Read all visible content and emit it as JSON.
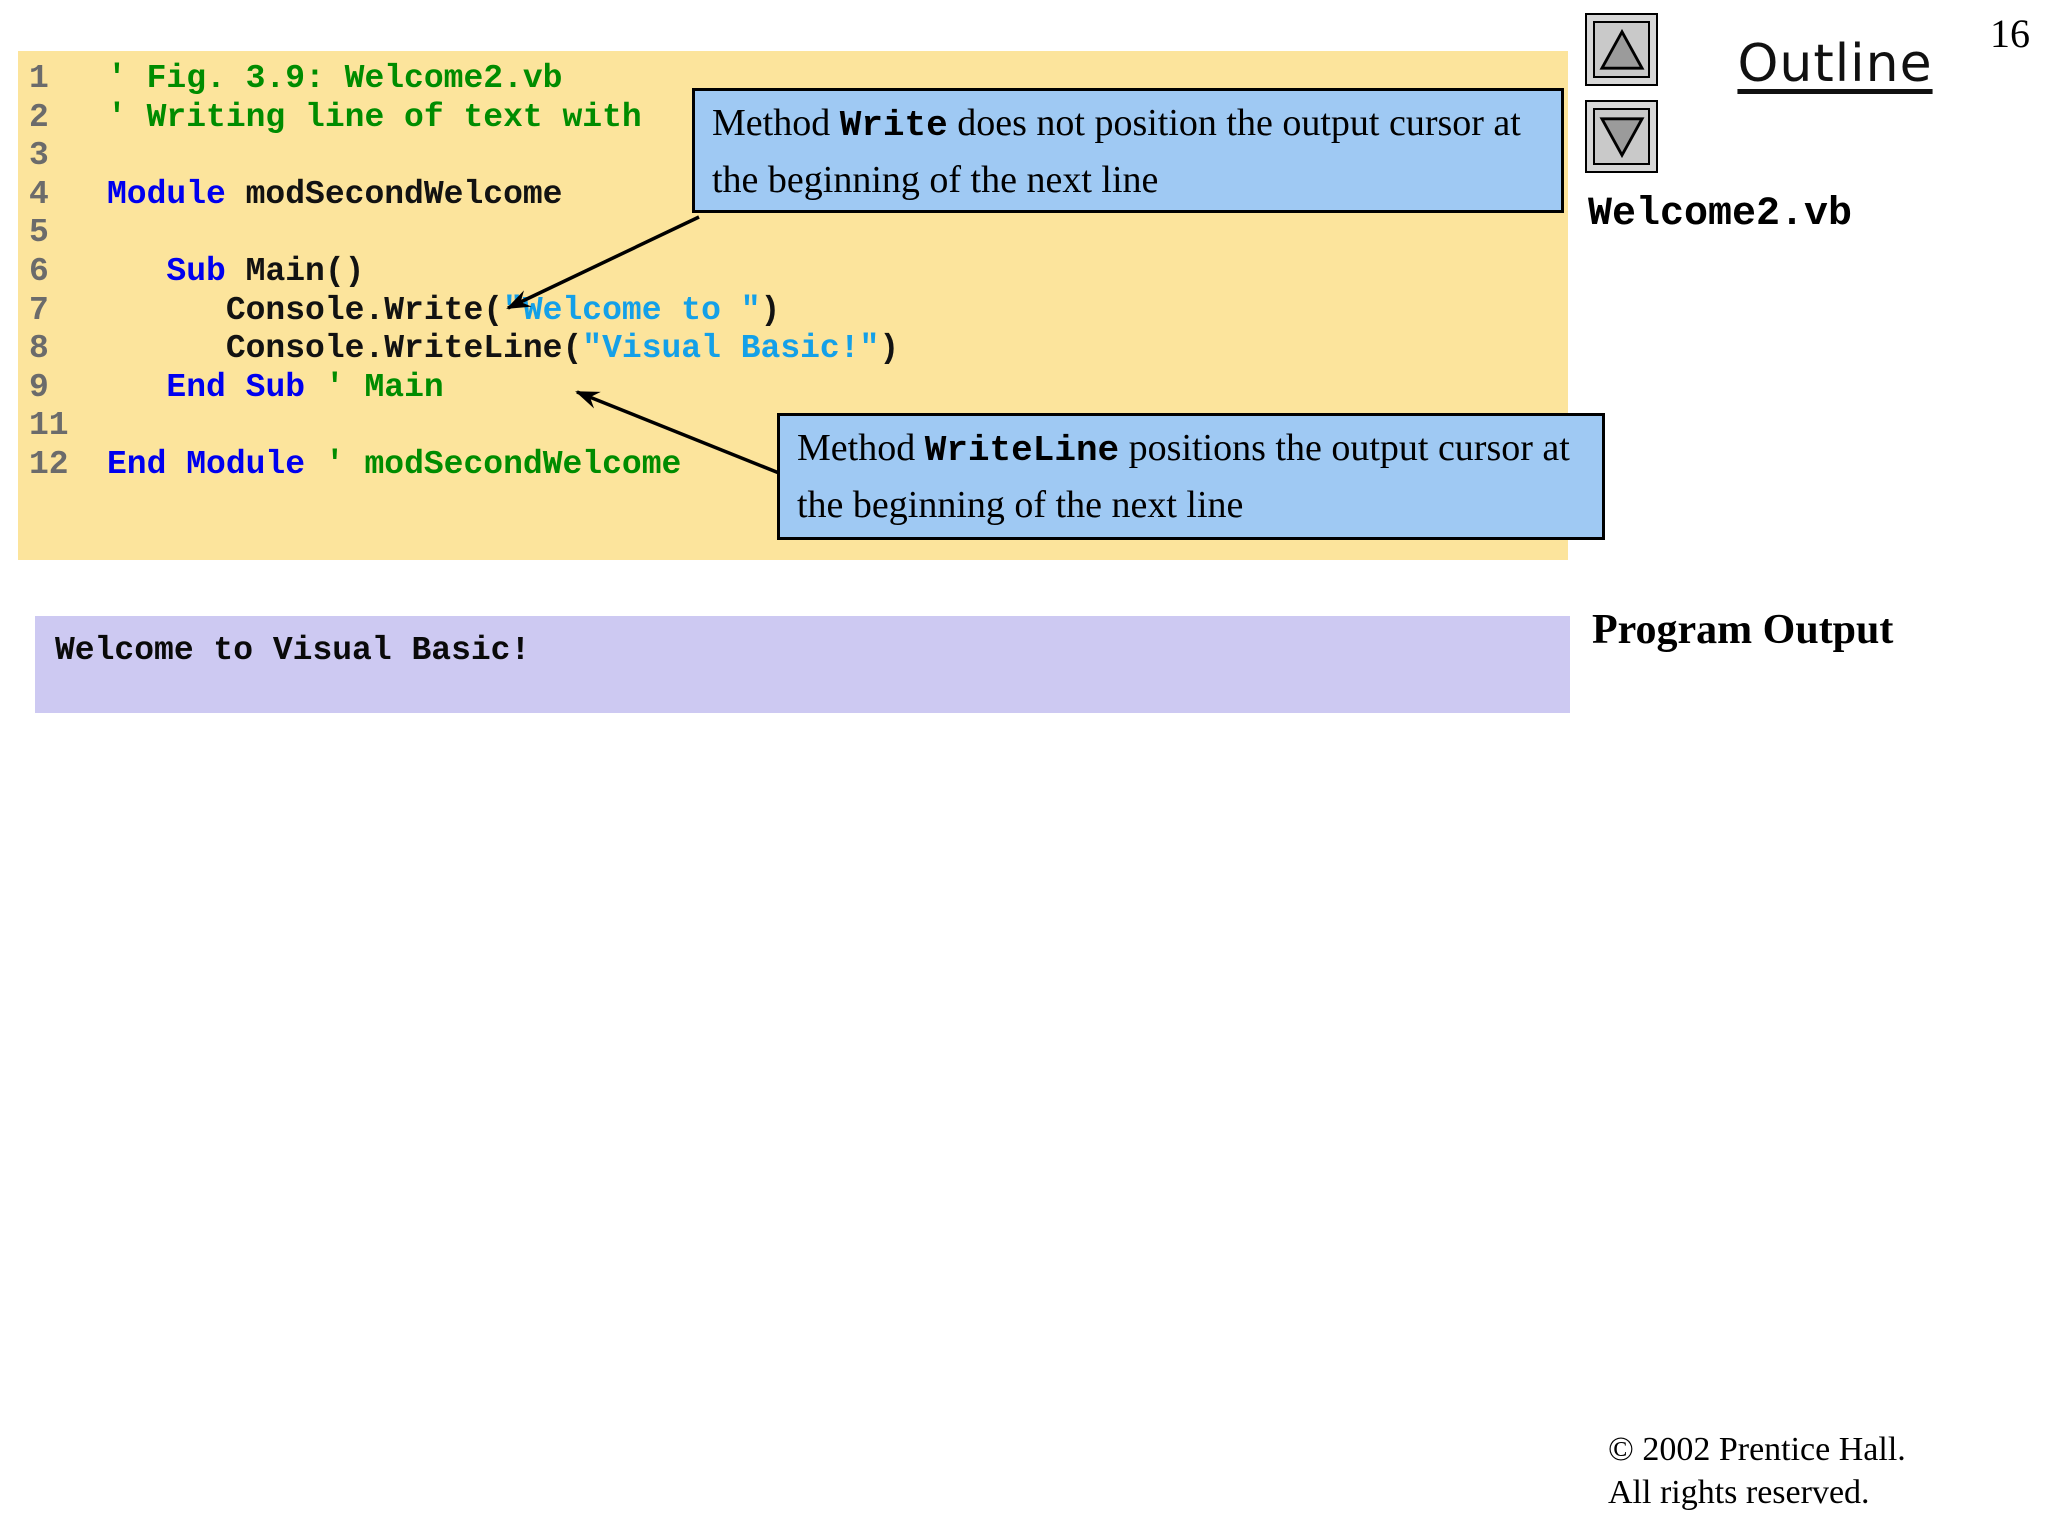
{
  "page": {
    "number": "16"
  },
  "outline": {
    "label": "Outline"
  },
  "nav": {
    "up_icon": "up-arrow",
    "down_icon": "down-arrow"
  },
  "file_label": "Welcome2.vb",
  "program_output_label": "Program Output",
  "copyright": {
    "line1": "© 2002 Prentice Hall.",
    "line2": "All rights reserved."
  },
  "colors": {
    "code_bg": "#FCE49C",
    "callout_bg": "#9FC9F3",
    "output_bg": "#CDC9F2",
    "keyword": "#0000EE",
    "comment": "#008C00",
    "string": "#14A0E8",
    "line_number": "#6B6B6B",
    "code_text": "#121212"
  },
  "code_listing": {
    "lines": [
      {
        "num": "1",
        "tokens": [
          {
            "t": "' Fig. 3.9: Welcome2.vb",
            "c": "cm"
          }
        ]
      },
      {
        "num": "2",
        "tokens": [
          {
            "t": "' Writing line of text with ",
            "c": "cm"
          }
        ]
      },
      {
        "num": "3",
        "tokens": []
      },
      {
        "num": "4",
        "tokens": [
          {
            "t": "Module",
            "c": "kw"
          },
          {
            "t": " modSecondWelcome",
            "c": "pl"
          }
        ]
      },
      {
        "num": "5",
        "tokens": []
      },
      {
        "num": "6",
        "tokens": [
          {
            "t": "   ",
            "c": "pl"
          },
          {
            "t": "Sub",
            "c": "kw"
          },
          {
            "t": " Main()",
            "c": "pl"
          }
        ]
      },
      {
        "num": "7",
        "tokens": [
          {
            "t": "      Console.Write(",
            "c": "pl"
          },
          {
            "t": "\"Welcome to \"",
            "c": "st"
          },
          {
            "t": ")",
            "c": "pl"
          }
        ]
      },
      {
        "num": "8",
        "tokens": [
          {
            "t": "      Console.WriteLine(",
            "c": "pl"
          },
          {
            "t": "\"Visual Basic!\"",
            "c": "st"
          },
          {
            "t": ")",
            "c": "pl"
          }
        ]
      },
      {
        "num": "9",
        "tokens": [
          {
            "t": "   ",
            "c": "pl"
          },
          {
            "t": "End Sub",
            "c": "kw"
          },
          {
            "t": " ",
            "c": "pl"
          },
          {
            "t": "' Main",
            "c": "cm"
          }
        ]
      },
      {
        "num": "11",
        "tokens": []
      },
      {
        "num": "12",
        "tokens": [
          {
            "t": "End Module",
            "c": "kw"
          },
          {
            "t": " ",
            "c": "pl"
          },
          {
            "t": "' modSecondWelcome",
            "c": "cm"
          }
        ]
      }
    ]
  },
  "callouts": [
    {
      "id": "write",
      "parts": [
        {
          "text": "Method ",
          "mono": false
        },
        {
          "text": "Write",
          "mono": true
        },
        {
          "text": " does not position the output cursor at the beginning of the next line",
          "mono": false
        }
      ]
    },
    {
      "id": "writeline",
      "parts": [
        {
          "text": "Method ",
          "mono": false
        },
        {
          "text": "WriteLine",
          "mono": true
        },
        {
          "text": " positions the output cursor at the beginning of the next line",
          "mono": false
        }
      ]
    }
  ],
  "output_box": {
    "text": "Welcome to Visual Basic!"
  }
}
